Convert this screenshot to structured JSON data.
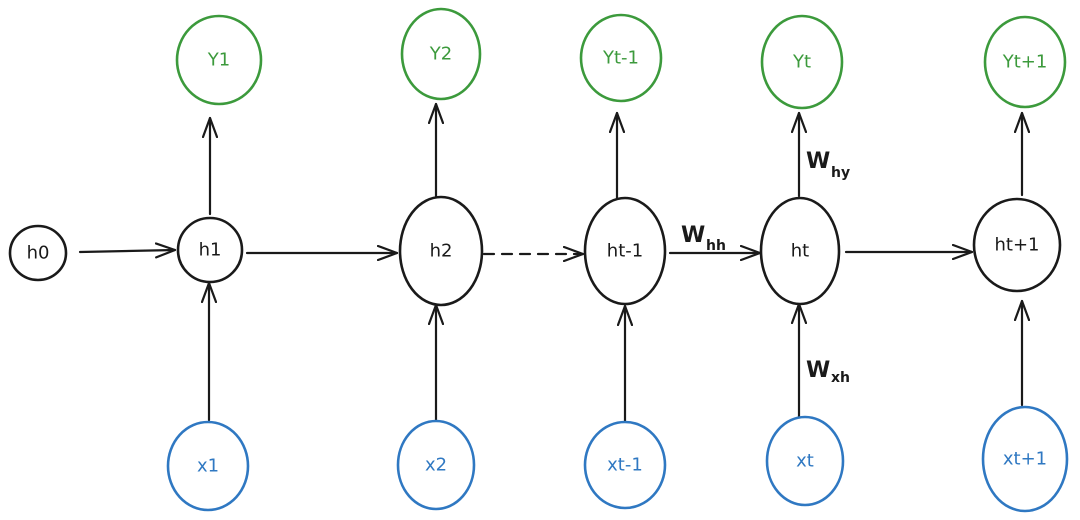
{
  "diagram": {
    "hidden_nodes": [
      "h0",
      "h1",
      "h2",
      "ht-1",
      "ht",
      "ht+1"
    ],
    "outputs": [
      "Y1",
      "Y2",
      "Yt-1",
      "Yt",
      "Yt+1"
    ],
    "inputs": [
      "x1",
      "x2",
      "xt-1",
      "xt",
      "xt+1"
    ],
    "weights": {
      "hh": {
        "main": "W",
        "sub": "hh"
      },
      "hy": {
        "main": "W",
        "sub": "hy"
      },
      "xh": {
        "main": "W",
        "sub": "xh"
      }
    },
    "colors": {
      "hidden": "#1a1a1a",
      "output": "#3c9a3c",
      "input": "#2f78c2"
    }
  }
}
